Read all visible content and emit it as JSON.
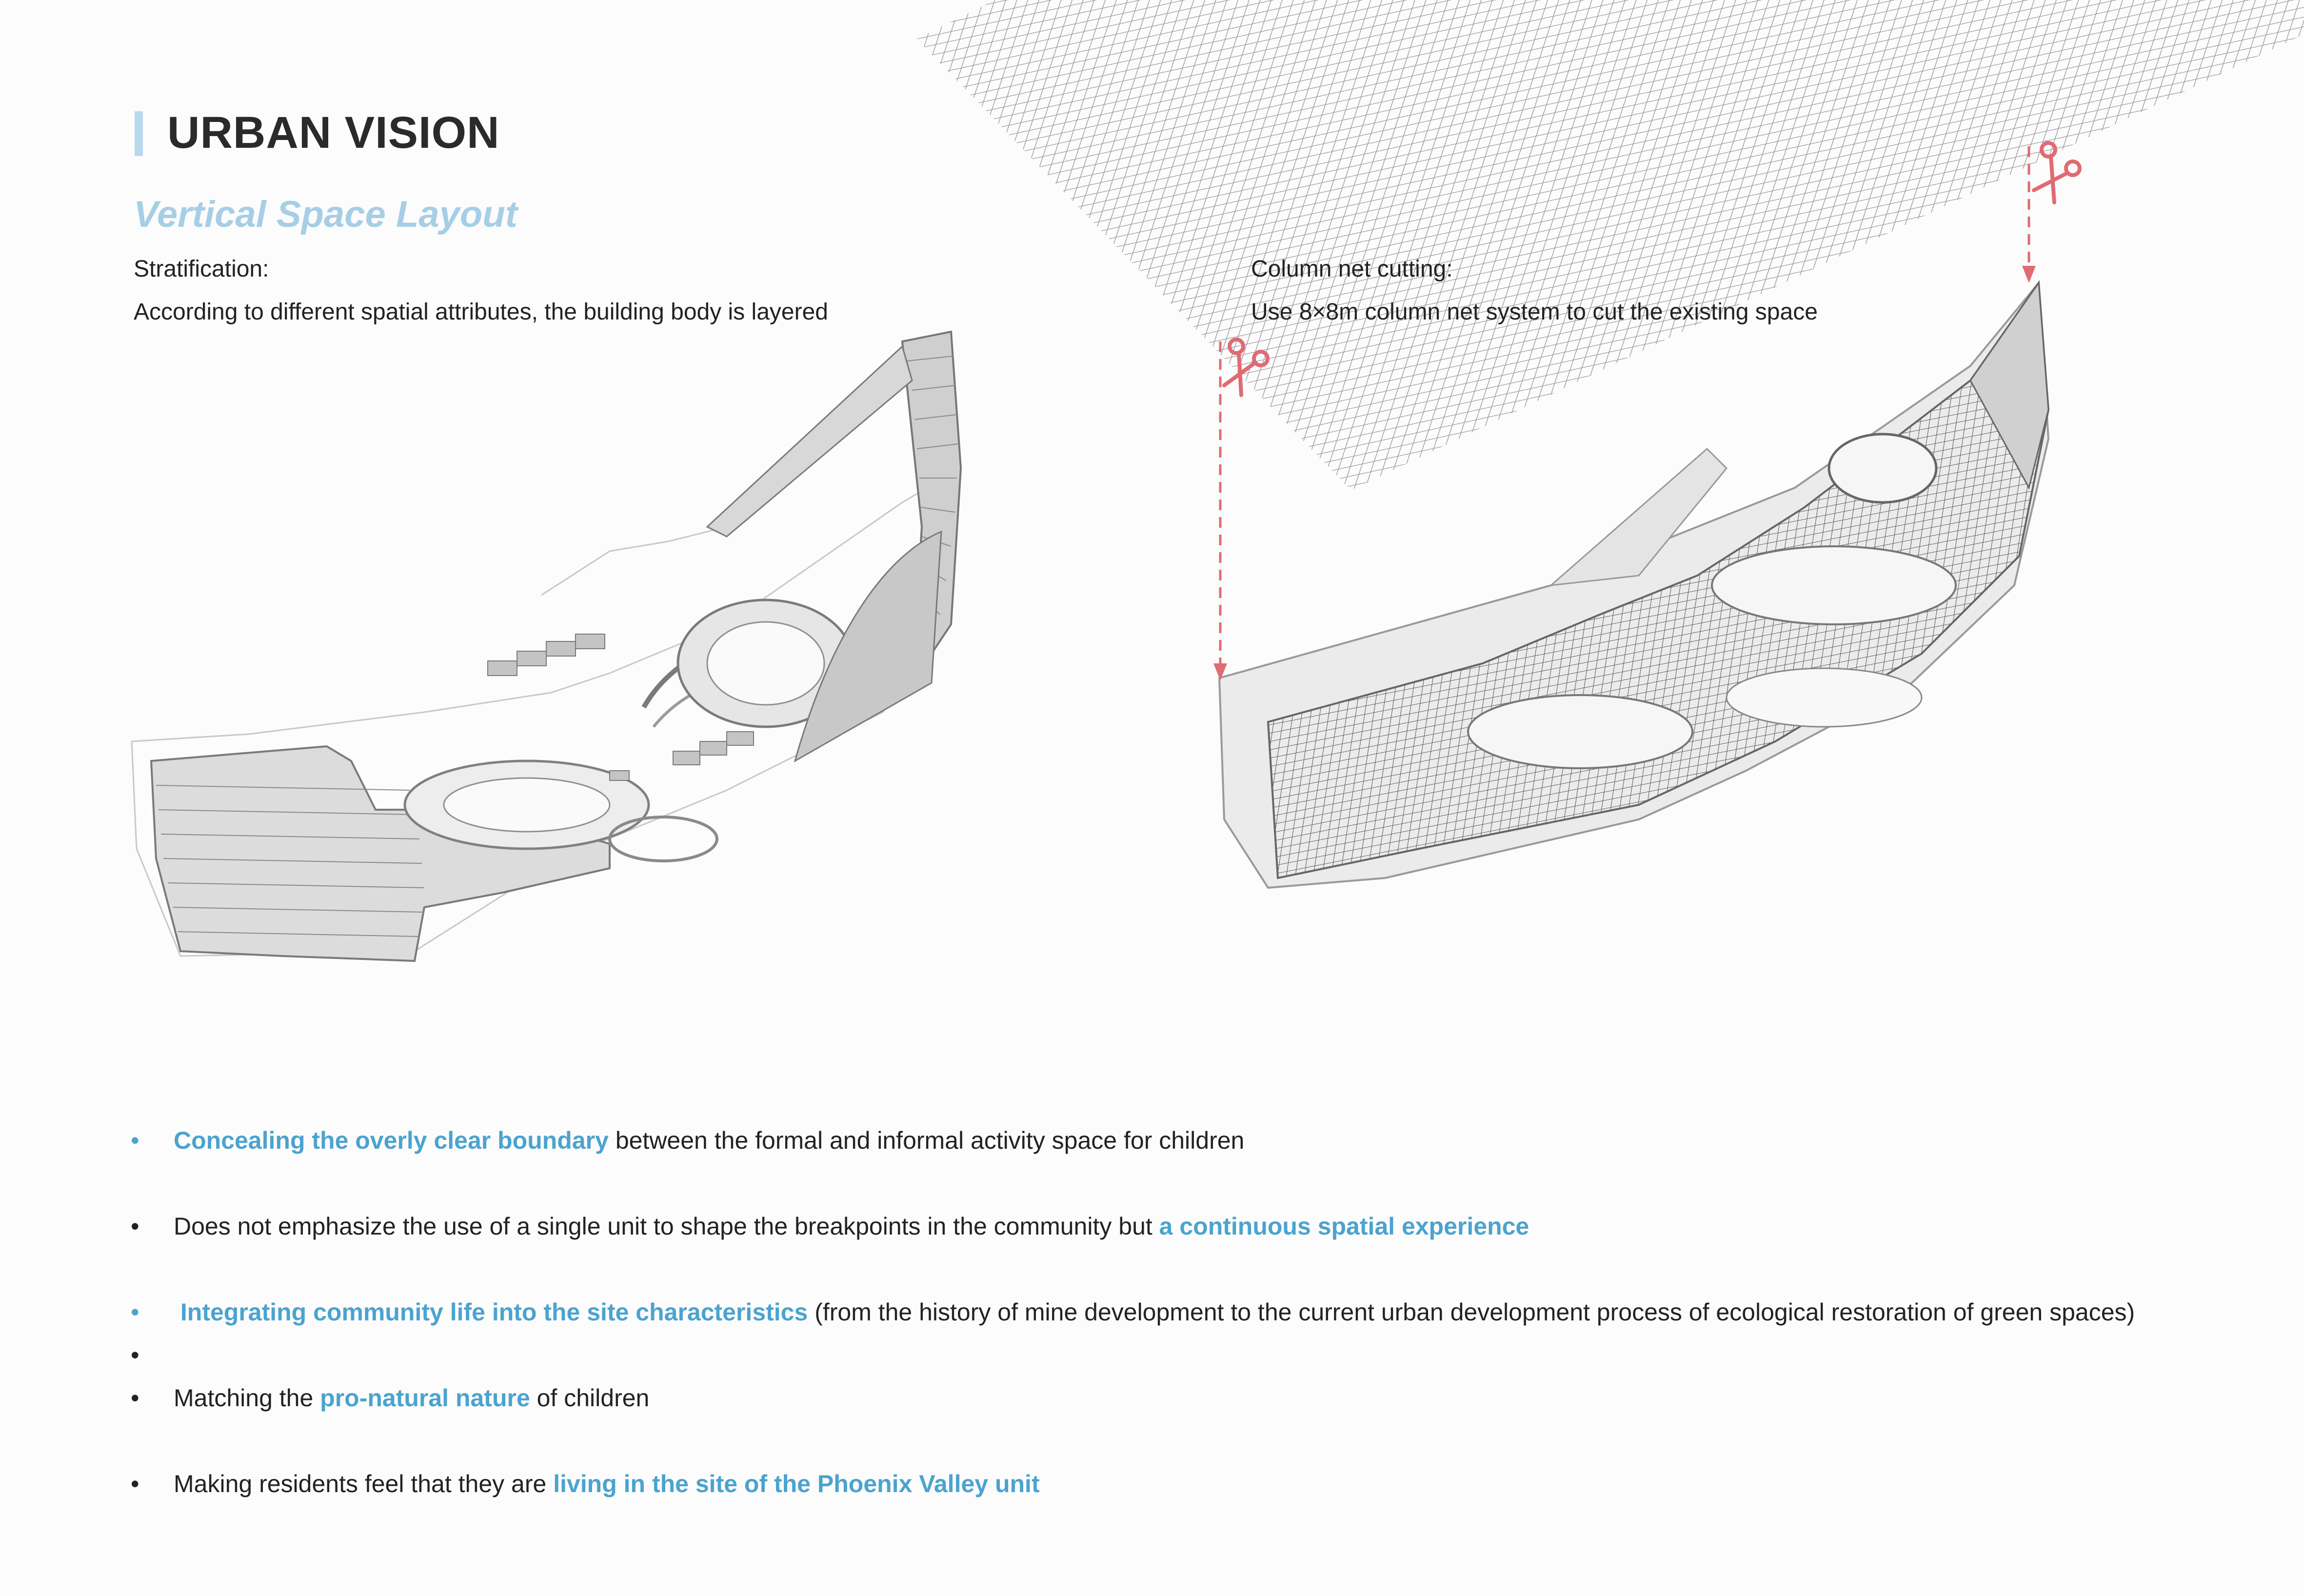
{
  "header": {
    "title": "URBAN VISION",
    "subtitle": "Vertical Space Layout"
  },
  "left_caption": {
    "line1": "Stratification:",
    "line2": "According to different spatial attributes, the building body is layered"
  },
  "right_caption": {
    "line1": "Column net cutting:",
    "line2": "Use 8×8m column net system to cut the existing space"
  },
  "bullets": [
    {
      "highlight": "Concealing the overly clear boundary",
      "rest": " between the formal and informal activity space for children"
    },
    {
      "prefix": "Does not emphasize the use of a single unit to shape the breakpoints in the community but ",
      "highlight": "a continuous spatial experience"
    },
    {
      "highlight": " Integrating community life into the site characteristics",
      "rest": " (from the history of mine development to the current urban development process of ecological restoration of green spaces)"
    },
    {
      "blank": ""
    },
    {
      "prefix": "Matching the ",
      "highlight": "pro-natural nature",
      "rest": " of children"
    },
    {
      "prefix": "Making residents feel that they are ",
      "highlight": "living in the site of the Phoenix Valley unit"
    }
  ],
  "bullet_symbol": "•",
  "colors": {
    "accent_blue": "#4ba3cf",
    "title_bar": "#b9d9ec",
    "subtitle": "#a6cee6",
    "cut_marker": "#e06b73"
  },
  "icons": {
    "cut_marker": "scissors-icon"
  }
}
